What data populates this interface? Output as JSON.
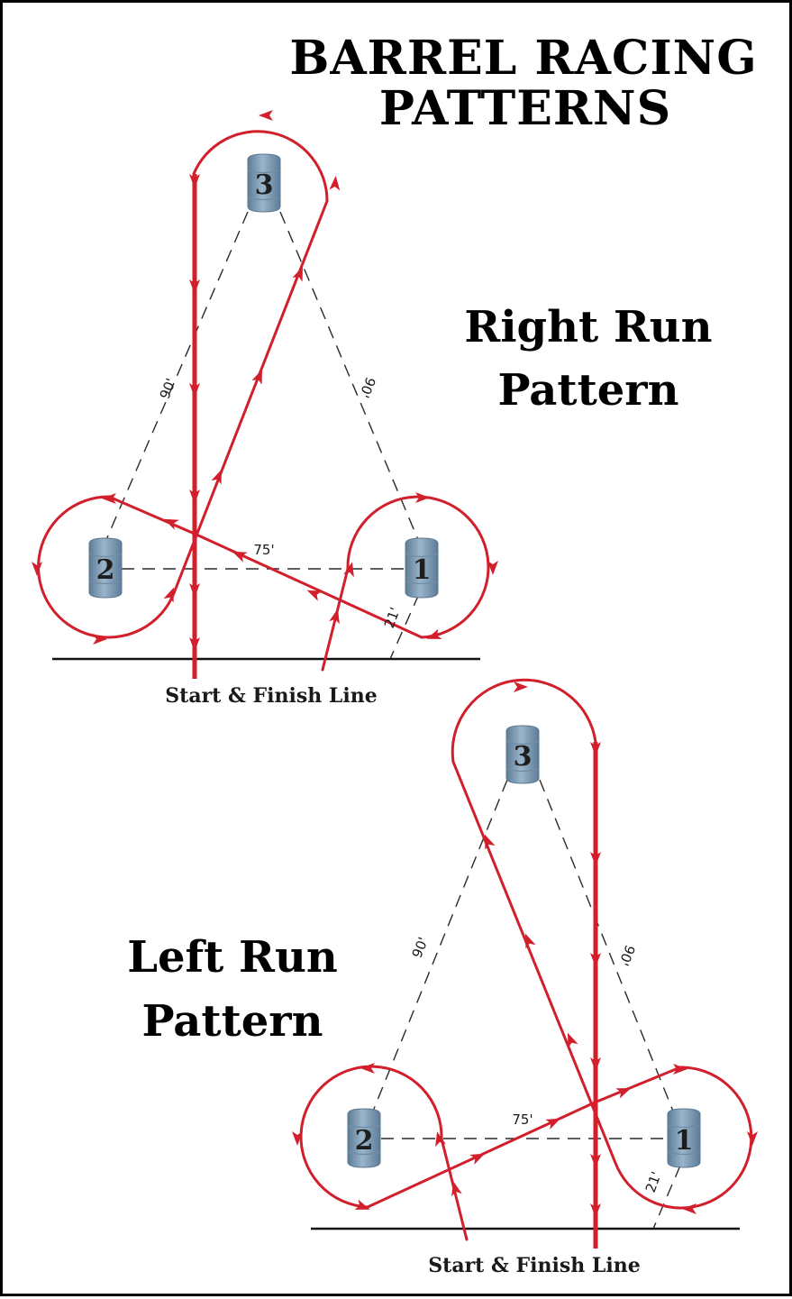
{
  "title_line1": "BARREL RACING",
  "title_line2": "PATTERNS",
  "colors": {
    "path": "#d11f2c",
    "barrel_fill": "#7e9bb3",
    "barrel_stroke": "#5a7790",
    "dashed": "#2a2a2a",
    "line": "#111111"
  },
  "right_run": {
    "label_line1": "Right Run",
    "label_line2": "Pattern",
    "start_finish": "Start & Finish Line",
    "barrels": [
      {
        "label": "1"
      },
      {
        "label": "2"
      },
      {
        "label": "3"
      }
    ],
    "distances": {
      "barrel2_to_barrel3": "90'",
      "barrel1_to_barrel3": "90'",
      "barrel2_to_barrel1": "75'",
      "barrel1_to_line": "21'"
    }
  },
  "left_run": {
    "label_line1": "Left Run",
    "label_line2": "Pattern",
    "start_finish": "Start & Finish Line",
    "barrels": [
      {
        "label": "1"
      },
      {
        "label": "2"
      },
      {
        "label": "3"
      }
    ],
    "distances": {
      "barrel2_to_barrel3": "90'",
      "barrel1_to_barrel3": "90'",
      "barrel2_to_barrel1": "75'",
      "barrel1_to_line": "21'"
    }
  }
}
